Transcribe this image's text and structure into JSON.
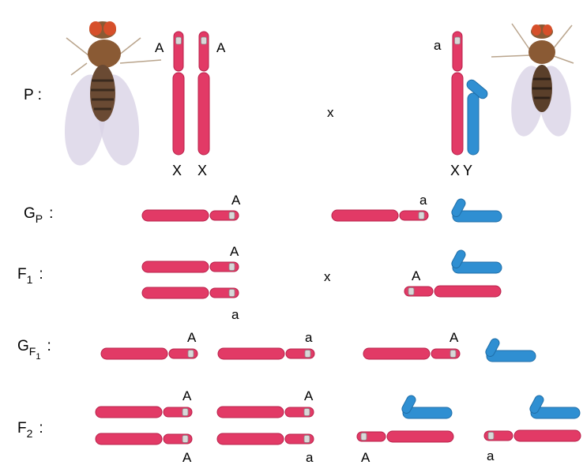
{
  "colors": {
    "x_chromosome": "#e23a66",
    "x_chromosome_edge": "#b8204a",
    "y_chromosome": "#2f8fd2",
    "y_chromosome_edge": "#1f6ea8",
    "locus": "#d8d8d8",
    "fly_eye": "#d64f2a",
    "fly_body": "#8a5a34",
    "fly_abdomen": "#4a3526",
    "fly_wing": "#d9d3e6"
  },
  "icons": {
    "female_fly": "drosophila-female-red-eye-icon",
    "male_fly": "drosophila-male-icon"
  },
  "generations": {
    "p": {
      "label": "P :"
    },
    "gp": {
      "letter": "G",
      "sub": "P",
      "colon": ":"
    },
    "f1": {
      "letter": "F",
      "sub": "1",
      "colon": ":"
    },
    "gf1": {
      "letter": "G",
      "sub": "F",
      "subsub": "1",
      "colon": ":"
    },
    "f2": {
      "letter": "F",
      "sub": "2",
      "colon": ":"
    }
  },
  "p_row": {
    "female_alleles": [
      "A",
      "A"
    ],
    "female_sex_chromosomes": [
      "X",
      "X"
    ],
    "cross_symbol": "x",
    "male_allele": "a",
    "male_sex_chromosomes": [
      "X",
      "Y"
    ]
  },
  "gp_row": {
    "female_gamete_allele": "A",
    "male_gamete_allele": "a"
  },
  "f1_row": {
    "female_alleles": [
      "A",
      "a"
    ],
    "cross_symbol": "x",
    "male_allele": "A"
  },
  "gf1_row": {
    "gamete_alleles": [
      "A",
      "a",
      "A"
    ]
  },
  "f2_row": {
    "female1_alleles": [
      "A",
      "A"
    ],
    "female2_alleles": [
      "A",
      "a"
    ],
    "male1_allele": "A",
    "male2_allele": "a"
  }
}
